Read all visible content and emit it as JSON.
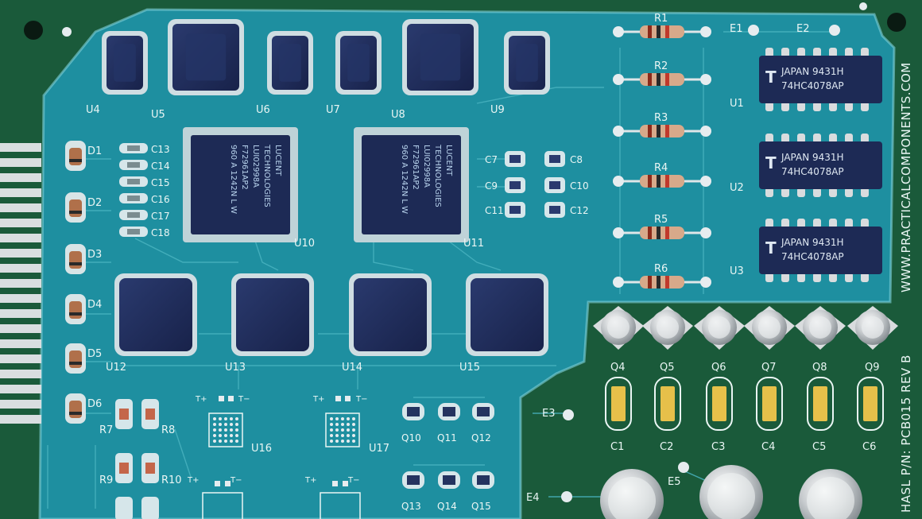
{
  "photo": {
    "colors": {
      "board_green": "#1a5a3a",
      "coating_blue": "#1e8fa0",
      "ic_body": "#1d2a55",
      "silkscreen": "#eaf6f4"
    }
  },
  "pcb": {
    "side_text": "WWW.PRACTICALCOMPONENTS.COM",
    "part_number_text": "HASL P/N: PCB015  REV B",
    "soic_chip_text": {
      "line1": "JAPAN 9431H",
      "line2": "74HC4078AP",
      "logo": "T"
    },
    "qfp_chip_text": [
      "LUCENT",
      "TECHNOLOGIES",
      "LUI02998A",
      "F72961AP2",
      "960 A 1242N L W"
    ],
    "labels": {
      "U1": "U1",
      "U2": "U2",
      "U3": "U3",
      "U4": "U4",
      "U5": "U5",
      "U6": "U6",
      "U7": "U7",
      "U8": "U8",
      "U9": "U9",
      "U10": "U10",
      "U11": "U11",
      "U12": "U12",
      "U13": "U13",
      "U14": "U14",
      "U15": "U15",
      "U16": "U16",
      "U17": "U17",
      "R1": "R1",
      "R2": "R2",
      "R3": "R3",
      "R4": "R4",
      "R5": "R5",
      "R6": "R6",
      "R7": "R7",
      "R8": "R8",
      "R9": "R9",
      "R10": "R10",
      "D1": "D1",
      "D2": "D2",
      "D3": "D3",
      "D4": "D4",
      "D5": "D5",
      "D6": "D6",
      "C1": "C1",
      "C2": "C2",
      "C3": "C3",
      "C4": "C4",
      "C5": "C5",
      "C6": "C6",
      "C7": "C7",
      "C8": "C8",
      "C9": "C9",
      "C10": "C10",
      "C11": "C11",
      "C12": "C12",
      "C13": "C13",
      "C14": "C14",
      "C15": "C15",
      "C16": "C16",
      "C17": "C17",
      "C18": "C18",
      "Q4": "Q4",
      "Q5": "Q5",
      "Q6": "Q6",
      "Q7": "Q7",
      "Q8": "Q8",
      "Q9": "Q9",
      "Q10": "Q10",
      "Q11": "Q11",
      "Q12": "Q12",
      "Q13": "Q13",
      "Q14": "Q14",
      "Q15": "Q15",
      "E1": "E1",
      "E2": "E2",
      "E3": "E3",
      "E4": "E4",
      "E5": "E5",
      "Tplus": "T+",
      "Tminus": "T−"
    }
  }
}
